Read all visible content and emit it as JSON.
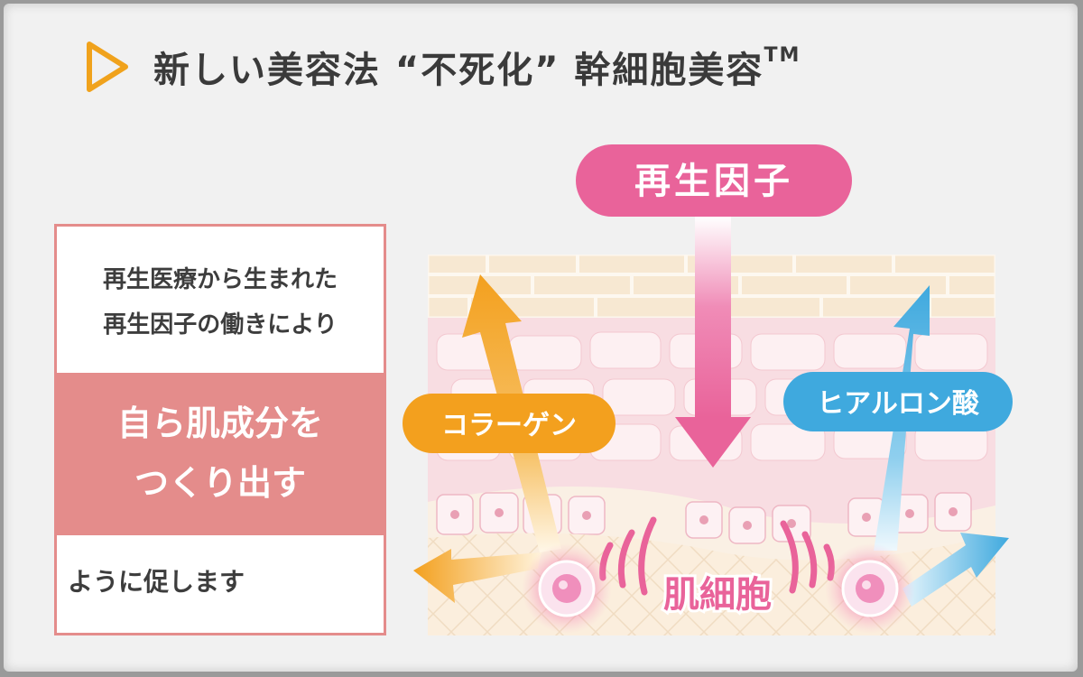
{
  "title": {
    "text": "新しい美容法 “不死化” 幹細胞美容",
    "tm": "TM"
  },
  "text_box": {
    "line1": "再生医療から生まれた",
    "line2": "再生因子の働きにより",
    "highlight1": "自ら肌成分を",
    "highlight2": "つくり出す",
    "line3": "ように促します"
  },
  "labels": {
    "regen": "再生因子",
    "collagen": "コラーゲン",
    "hyaluronic": "ヒアルロン酸",
    "skin_cell": "肌細胞"
  },
  "colors": {
    "pink": "#e9639a",
    "orange": "#f3a01e",
    "blue": "#3fa9de",
    "salmon": "#e48c8b"
  }
}
